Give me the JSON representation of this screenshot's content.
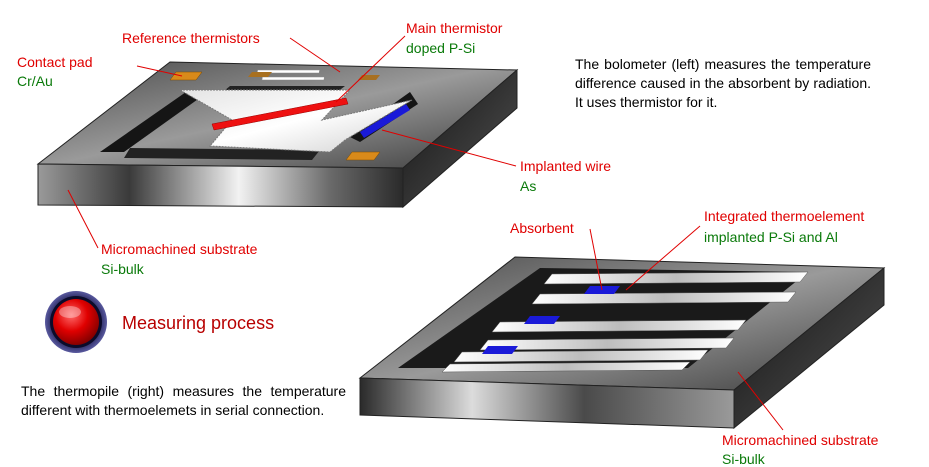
{
  "labels": {
    "contact_pad": "Contact pad",
    "contact_pad_material": "Cr/Au",
    "reference_thermistors": "Reference thermistors",
    "main_thermistor": "Main thermistor",
    "main_thermistor_material": "doped P-Si",
    "implanted_wire": "Implanted wire",
    "implanted_wire_material": "As",
    "substrate_left": "Micromachined substrate",
    "substrate_left_material": "Si-bulk",
    "absorbent": "Absorbent",
    "integrated_thermoelement": "Integrated thermoelement",
    "integrated_thermoelement_material": "implanted P-Si and Al",
    "substrate_right": "Micromachined substrate",
    "substrate_right_material": "Si-bulk"
  },
  "texts": {
    "bolometer": "The bolometer (left) measures the temperature difference caused in the absorbent by radiation. It uses thermistor for it.",
    "thermopile": "The thermopile (right) measures the temperature different with thermoelemets in serial connection."
  },
  "button": {
    "label": "Measuring process",
    "icon": "red-round-button-icon"
  },
  "colors": {
    "label_red": "#e00000",
    "material_green": "#0a7a0a",
    "button_text": "#b80000",
    "thermistor": "#ee1111",
    "absorbent": "#1a1ad8",
    "contact_pad": "#d98a1a"
  }
}
